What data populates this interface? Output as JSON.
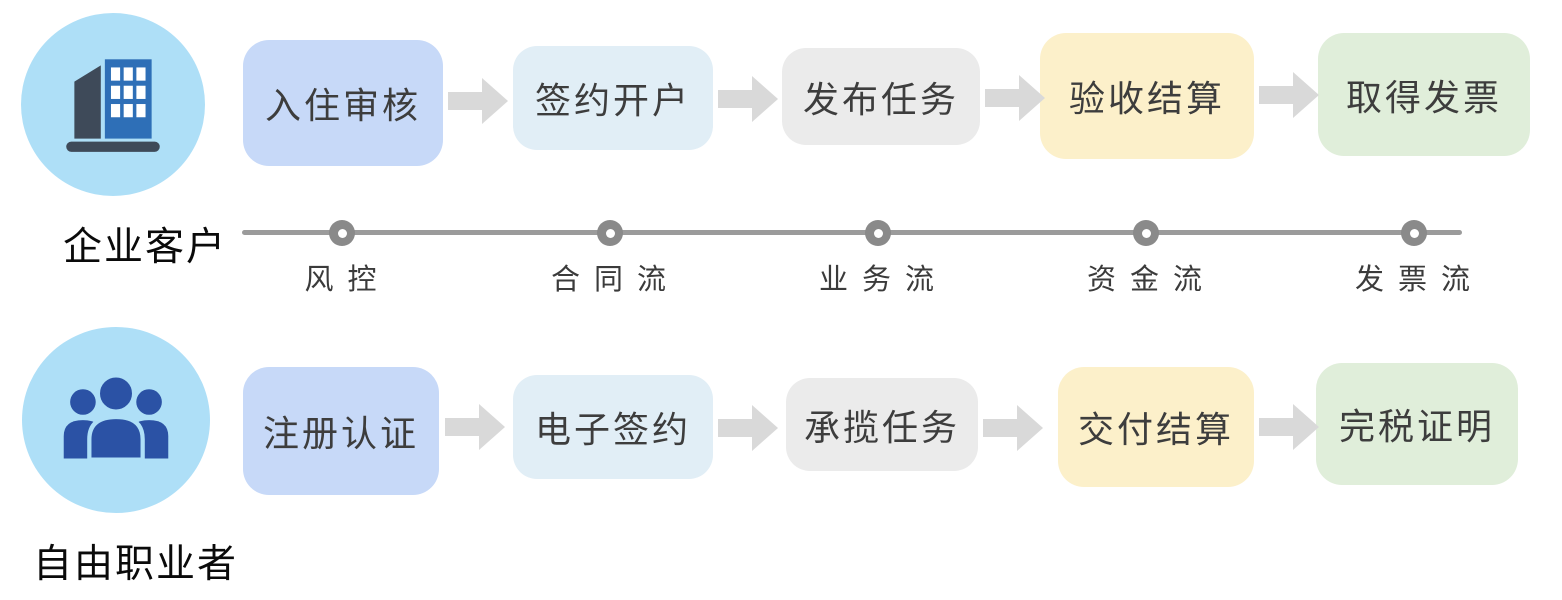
{
  "diagram_title": "",
  "palette": {
    "actor_circle_bg": "#AEDFF7",
    "building_dark": "#3E4A59",
    "building_blue": "#2E6FB7",
    "people_blue": "#2B52A5",
    "step_periwinkle": "#C7D9F8",
    "step_lightblue": "#E1EEF6",
    "step_gray": "#EBEBEB",
    "step_yellow": "#FCF0CA",
    "step_green": "#E0EEDA",
    "arrow_gray": "#D9D9D9",
    "timeline_gray": "#9B9B9B",
    "step_text": "#3d3d3d",
    "label_text": "#0a0a0a"
  },
  "actors": [
    {
      "label": "企业客户",
      "icon": "building-icon"
    },
    {
      "label": "自由职业者",
      "icon": "people-group-icon"
    }
  ],
  "rows": [
    {
      "actor": "企业客户",
      "steps": [
        {
          "label": "入住审核",
          "color": "#C7D9F8"
        },
        {
          "label": "签约开户",
          "color": "#E1EEF6"
        },
        {
          "label": "发布任务",
          "color": "#EBEBEB"
        },
        {
          "label": "验收结算",
          "color": "#FCF0CA"
        },
        {
          "label": "取得发票",
          "color": "#E0EEDA"
        }
      ]
    },
    {
      "actor": "自由职业者",
      "steps": [
        {
          "label": "注册认证",
          "color": "#C7D9F8"
        },
        {
          "label": "电子签约",
          "color": "#E1EEF6"
        },
        {
          "label": "承揽任务",
          "color": "#EBEBEB"
        },
        {
          "label": "交付结算",
          "color": "#FCF0CA"
        },
        {
          "label": "完税证明",
          "color": "#E0EEDA"
        }
      ]
    }
  ],
  "timeline": {
    "labels": [
      "风 控",
      "合 同 流",
      "业 务 流",
      "资 金 流",
      "发 票 流"
    ]
  }
}
